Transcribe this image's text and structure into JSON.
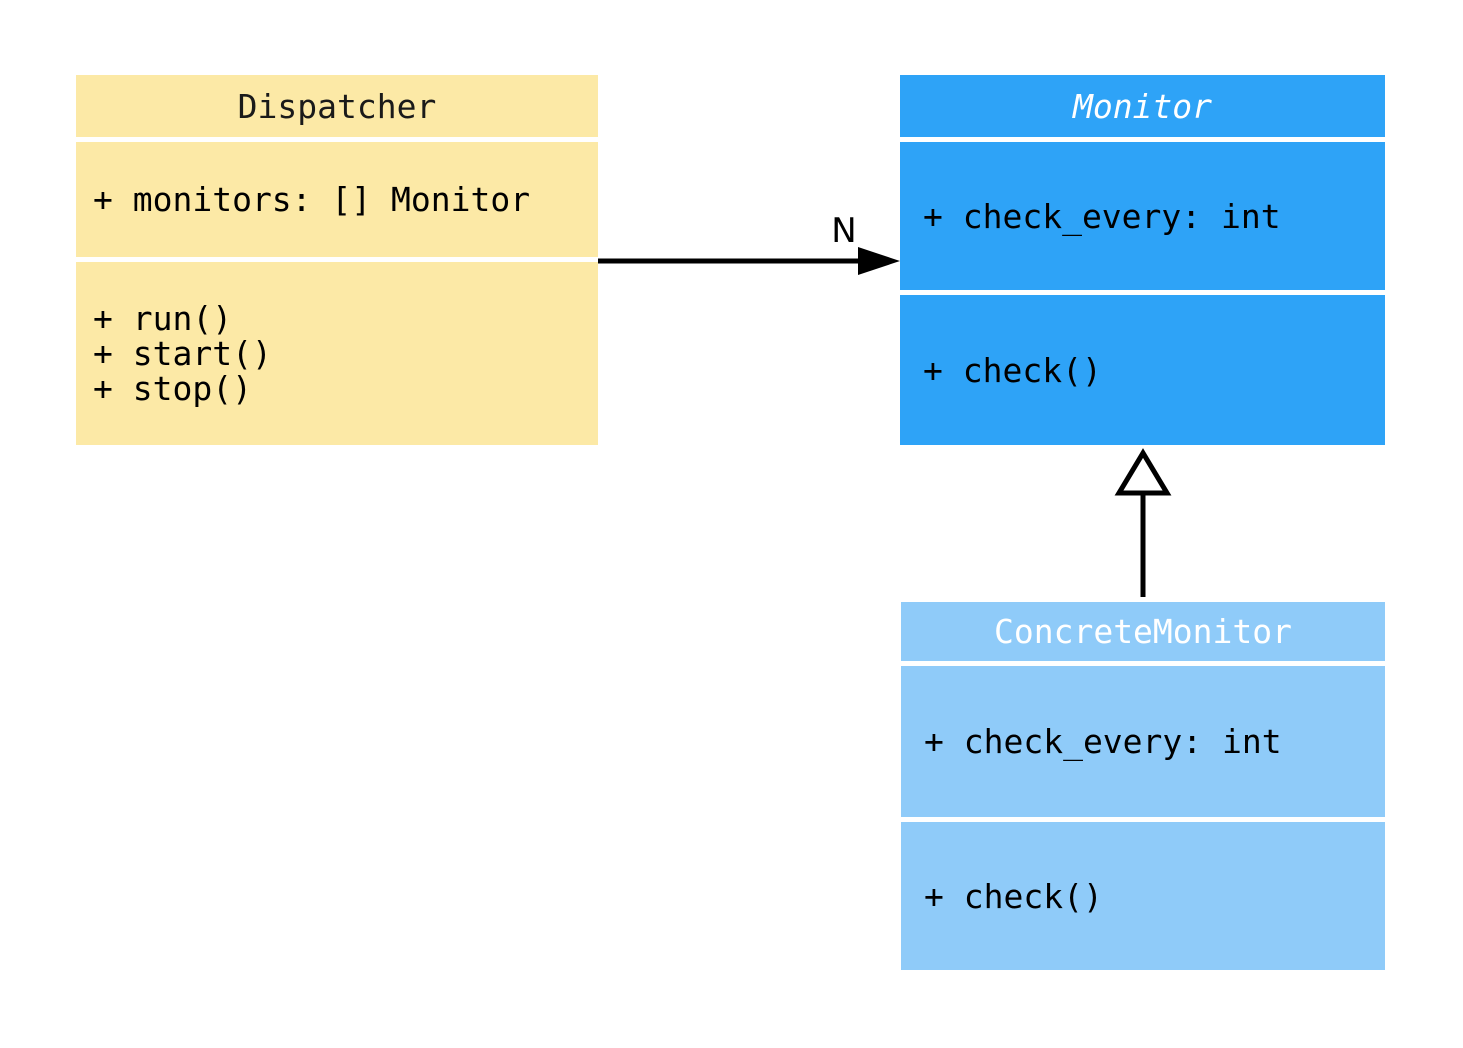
{
  "diagram": {
    "type": "uml-class-diagram",
    "background_color": "#FFFFFF",
    "classes": [
      {
        "name": "Dispatcher",
        "abstract": false,
        "fill": "#FCE9A6",
        "text_color": "#1A1A1A",
        "attributes": [
          "+ monitors: [] Monitor"
        ],
        "methods": [
          "+ run()",
          "+ start()",
          "+ stop()"
        ]
      },
      {
        "name": "Monitor",
        "abstract": true,
        "fill": "#2EA3F7",
        "text_color": "#FFFFFF",
        "attributes": [
          "+ check_every: int"
        ],
        "methods": [
          "+ check()"
        ]
      },
      {
        "name": "ConcreteMonitor",
        "abstract": false,
        "fill": "#8FCBF9",
        "text_color": "#FFFFFF",
        "attributes": [
          "+ check_every: int"
        ],
        "methods": [
          "+ check()"
        ]
      }
    ],
    "relations": [
      {
        "type": "association",
        "from": "Dispatcher",
        "to": "Monitor",
        "label": "N",
        "line_color": "#000000"
      },
      {
        "type": "generalization",
        "from": "ConcreteMonitor",
        "to": "Monitor",
        "label": "",
        "line_color": "#000000"
      }
    ]
  }
}
